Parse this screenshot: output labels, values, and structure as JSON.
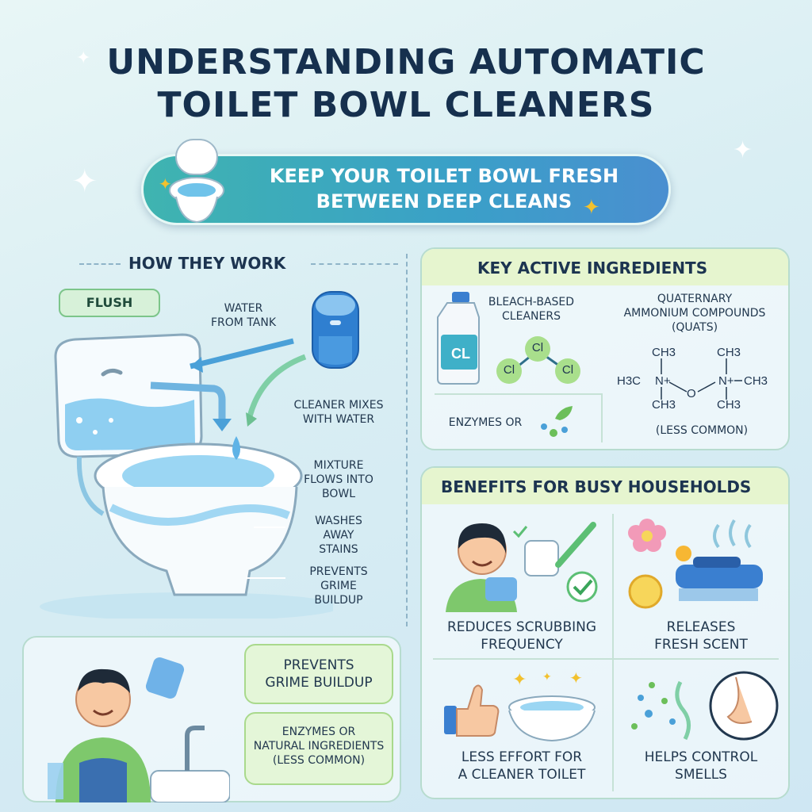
{
  "title_line1": "UNDERSTANDING AUTOMATIC",
  "title_line2": "TOILET BOWL CLEANERS",
  "subtitle_line1": "KEEP YOUR TOILET BOWL FRESH",
  "subtitle_line2": "BETWEEN DEEP CLEANS",
  "how": {
    "heading": "HOW THEY WORK",
    "flush": "FLUSH",
    "water_from_tank": [
      "WATER",
      "FROM TANK"
    ],
    "cleaner_mixes": [
      "CLEANER MIXES",
      "WITH WATER"
    ],
    "mixture_flows": [
      "MIXTURE",
      "FLOWS INTO",
      "BOWL"
    ],
    "washes_away": [
      "WASHES",
      "AWAY",
      "STAINS"
    ],
    "prevents": [
      "PREVENTS",
      "GRIME",
      "BUILDUP"
    ]
  },
  "bottom_left": {
    "prevents": [
      "PREVENTS",
      "GRIME BUILDUP"
    ],
    "enzymes": [
      "ENZYMES OR",
      "NATURAL INGREDIENTS",
      "(LESS COMMON)"
    ]
  },
  "ingredients": {
    "heading": "KEY ACTIVE INGREDIENTS",
    "bleach": [
      "BLEACH-BASED",
      "CLEANERS"
    ],
    "bottle_label": "CL",
    "cl_atoms": [
      "Cl",
      "Cl",
      "Cl"
    ],
    "quats": [
      "QUATERNARY",
      "AMMONIUM COMPOUNDS",
      "(QUATS)"
    ],
    "formula": {
      "ch3_top_left": "CH3",
      "ch3_top_right": "CH3",
      "h3c": "H3C",
      "n_left": "N+",
      "o": "O",
      "n_right": "N+",
      "ch3_right": "CH3",
      "ch3_bottom_left": "CH3",
      "ch3_bottom_right": "CH3"
    },
    "enzymes": "ENZYMES OR",
    "less_common": "(LESS COMMON)"
  },
  "benefits": {
    "heading": "BENEFITS FOR BUSY HOUSEHOLDS",
    "items": [
      [
        "REDUCES SCRUBBING",
        "FREQUENCY"
      ],
      [
        "RELEASES",
        "FRESH SCENT"
      ],
      [
        "LESS EFFORT FOR",
        "A CLEANER TOILET"
      ],
      [
        "HELPS CONTROL",
        "SMELLS"
      ]
    ]
  },
  "colors": {
    "accent_teal": "#3fb4b0",
    "accent_blue": "#3aa0c8",
    "green_box": "#e4f6d8",
    "title_text": "#16304e"
  },
  "icons": [
    "sparkle-icon",
    "toilet-icon",
    "cleaner-cartridge-icon",
    "bleach-bottle-icon",
    "molecule-icon",
    "leaf-icon",
    "flower-icon",
    "lemon-icon",
    "scrub-brush-icon",
    "thumbs-up-icon",
    "bowl-icon",
    "nose-icon",
    "check-icon"
  ]
}
